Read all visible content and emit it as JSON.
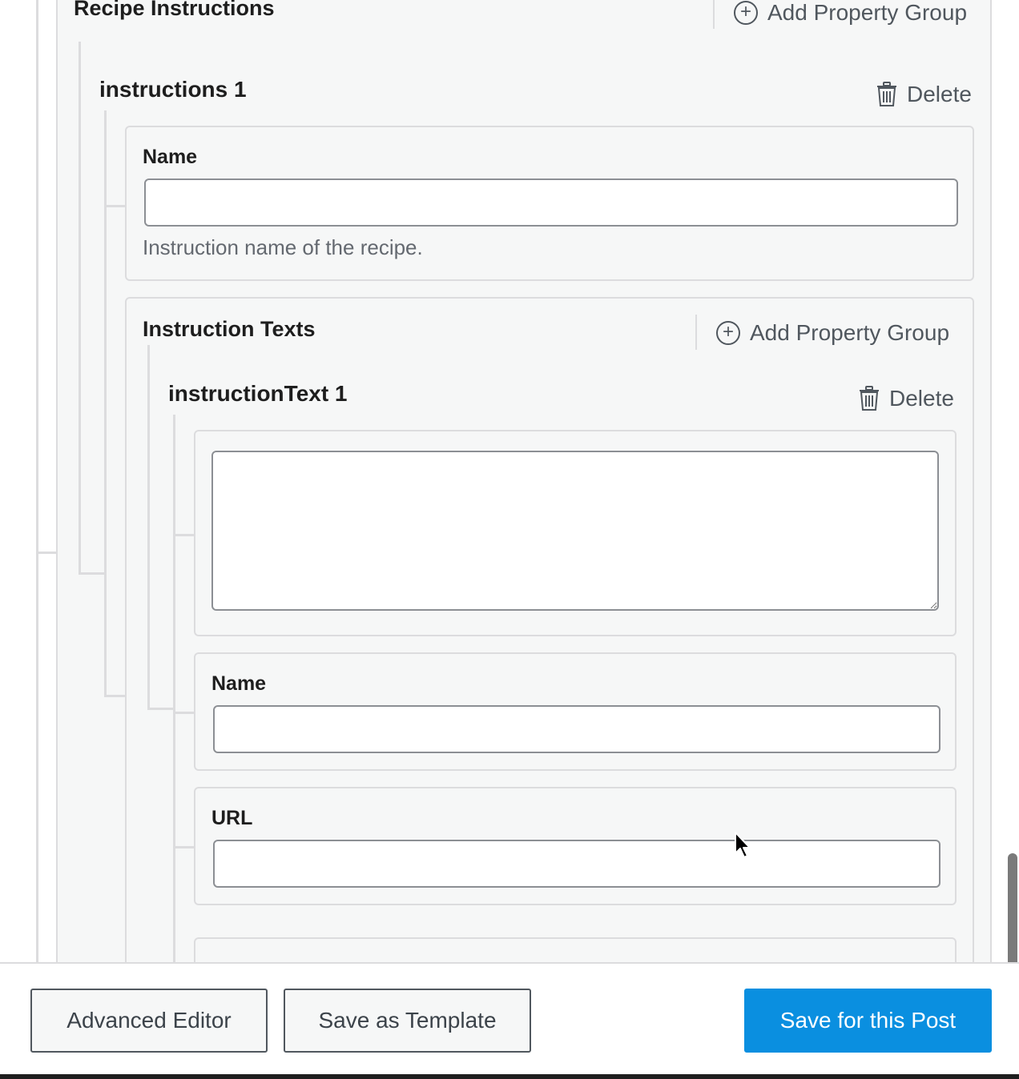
{
  "section": {
    "title": "Recipe Instructions",
    "add_group_label": "Add Property Group"
  },
  "instructions_item": {
    "title": "instructions 1",
    "delete_label": "Delete",
    "name_field": {
      "label": "Name",
      "value": "",
      "help": "Instruction name of the recipe."
    },
    "texts_group": {
      "title": "Instruction Texts",
      "add_group_label": "Add Property Group",
      "item": {
        "title": "instructionText 1",
        "delete_label": "Delete",
        "text_value": "",
        "name_field": {
          "label": "Name",
          "value": ""
        },
        "url_field": {
          "label": "URL",
          "value": ""
        }
      }
    }
  },
  "footer": {
    "advanced_editor_label": "Advanced Editor",
    "save_template_label": "Save as Template",
    "save_post_label": "Save for this Post"
  },
  "colors": {
    "primary": "#0a8fe0",
    "panel_bg": "#f6f7f7",
    "border": "#dcdcde"
  }
}
